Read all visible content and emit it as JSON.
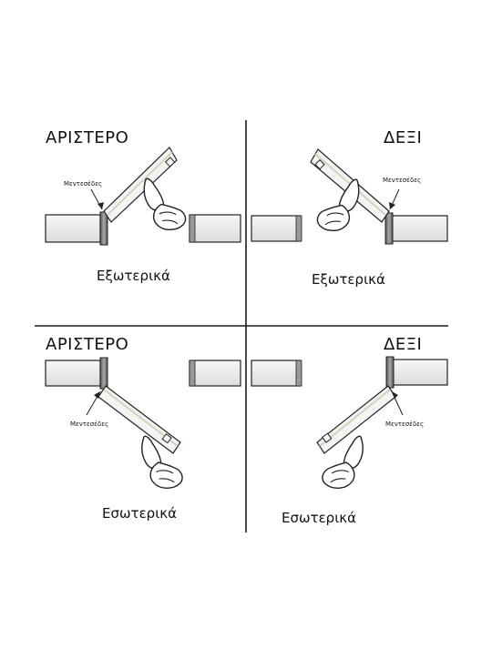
{
  "quadrants": {
    "top_left": {
      "title": "ΑΡΙΣΤΕΡΟ",
      "hinge_label": "Μεντεσέδες",
      "caption": "Εξωτερικά"
    },
    "top_right": {
      "title": "ΔΕΞΙ",
      "hinge_label": "Μεντεσέδες",
      "caption": "Εξωτερικά"
    },
    "bottom_left": {
      "title": "ΑΡΙΣΤΕΡΟ",
      "hinge_label": "Μεντεσέδες",
      "caption": "Εσωτερικά"
    },
    "bottom_right": {
      "title": "ΔΕΞΙ",
      "hinge_label": "Μεντεσέδες",
      "caption": "Εσωτερικά"
    }
  },
  "colors": {
    "line": "#1a1a1a",
    "wall_fill": "#eeeeee",
    "hinge_fill": "#777777",
    "door_fill": "#f4f4f4",
    "door_edge": "#c8d8b8"
  }
}
